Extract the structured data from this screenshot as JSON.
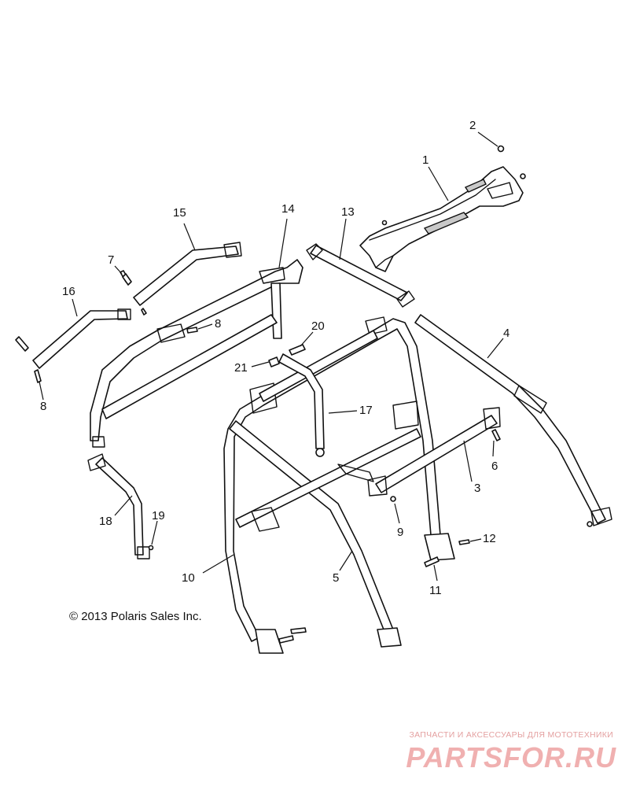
{
  "copyright": "© 2013 Polaris Sales Inc.",
  "watermark": {
    "tagline": "ЗАПЧАСТИ И АКСЕССУАРЫ ДЛЯ МОТОТЕХНИКИ",
    "logo": "PARTSFOR.RU",
    "color": "#f0b0b0"
  },
  "callouts": [
    {
      "id": "c1",
      "label": "1"
    },
    {
      "id": "c2",
      "label": "2"
    },
    {
      "id": "c3",
      "label": "3"
    },
    {
      "id": "c4",
      "label": "4"
    },
    {
      "id": "c5",
      "label": "5"
    },
    {
      "id": "c6",
      "label": "6"
    },
    {
      "id": "c7",
      "label": "7"
    },
    {
      "id": "c8a",
      "label": "8"
    },
    {
      "id": "c8b",
      "label": "8"
    },
    {
      "id": "c9",
      "label": "9"
    },
    {
      "id": "c10",
      "label": "10"
    },
    {
      "id": "c11",
      "label": "11"
    },
    {
      "id": "c12",
      "label": "12"
    },
    {
      "id": "c13",
      "label": "13"
    },
    {
      "id": "c14",
      "label": "14"
    },
    {
      "id": "c15",
      "label": "15"
    },
    {
      "id": "c16",
      "label": "16"
    },
    {
      "id": "c17",
      "label": "17"
    },
    {
      "id": "c18",
      "label": "18"
    },
    {
      "id": "c19",
      "label": "19"
    },
    {
      "id": "c20",
      "label": "20"
    },
    {
      "id": "c21",
      "label": "21"
    }
  ]
}
